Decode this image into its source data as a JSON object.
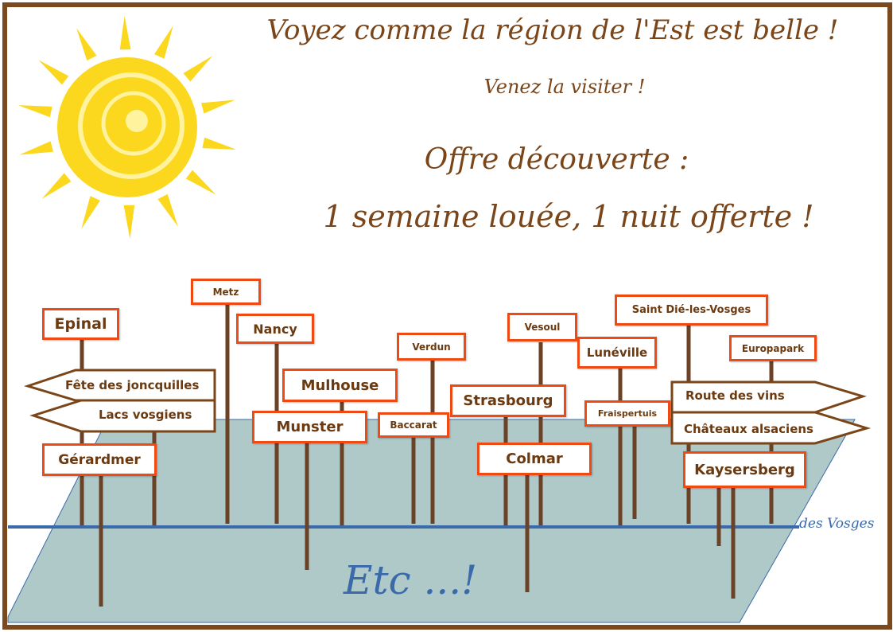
{
  "headline": "Voyez comme la région de l'Est est belle !",
  "subheadline": "Venez la visiter !",
  "offer_title": "Offre découverte :",
  "offer_text": "1 semaine louée,  1 nuit offerte !",
  "footer": "Etc ...!",
  "line_label": "des Vosges",
  "signs": {
    "epinal": "Epinal",
    "metz": "Metz",
    "nancy": "Nancy",
    "mulhouse": "Mulhouse",
    "munster": "Munster",
    "baccarat": "Baccarat",
    "verdun": "Verdun",
    "vesoul": "Vesoul",
    "strasbourg": "Strasbourg",
    "colmar": "Colmar",
    "luneville": "Lunéville",
    "fraispertuis": "Fraispertuis",
    "saint_die": "Saint Dié-les-Vosges",
    "europapark": "Europapark",
    "gerardmer": "Gérardmer",
    "kaysersberg": "Kaysersberg"
  },
  "arrows": {
    "fete": "Fête des joncquilles",
    "lacs": "Lacs vosgiens",
    "route": "Route des vins",
    "chateaux": "Châteaux alsaciens"
  },
  "colors": {
    "brown": "#7a4a1e",
    "sign_border": "#f04a14",
    "ground": "#afc9c8",
    "line": "#3a6aaa",
    "sun": "#fbd81e"
  }
}
